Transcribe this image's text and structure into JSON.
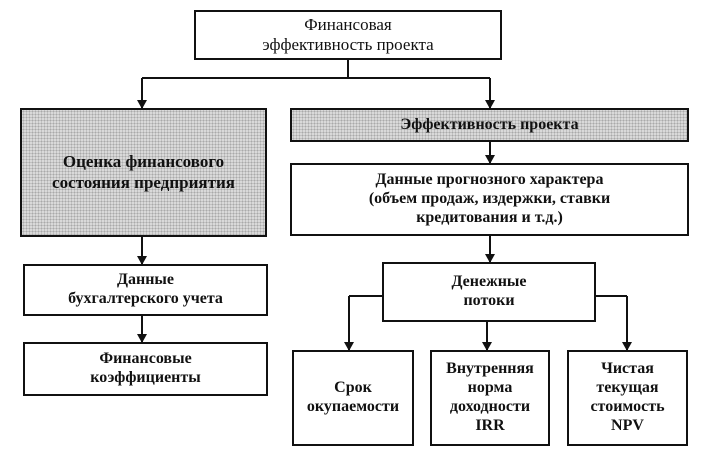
{
  "nodes": {
    "root": "Финансовая\nэффективность проекта",
    "financial_assessment": "Оценка финансового\nсостояния предприятия",
    "project_efficiency": "Эффективность проекта",
    "accounting_data": "Данные\nбухгалтерского учета",
    "financial_ratios": "Финансовые\nкоэффициенты",
    "forecast_data": "Данные прогнозного характера\n(объем продаж, издержки, ставки\nкредитования и т.д.)",
    "cash_flows": "Денежные\nпотоки",
    "payback_period": "Срок\nокупаемости",
    "irr": "Внутренняя\nнорма\nдоходности\nIRR",
    "npv": "Чистая\nтекущая\nстоимость\nNPV"
  }
}
